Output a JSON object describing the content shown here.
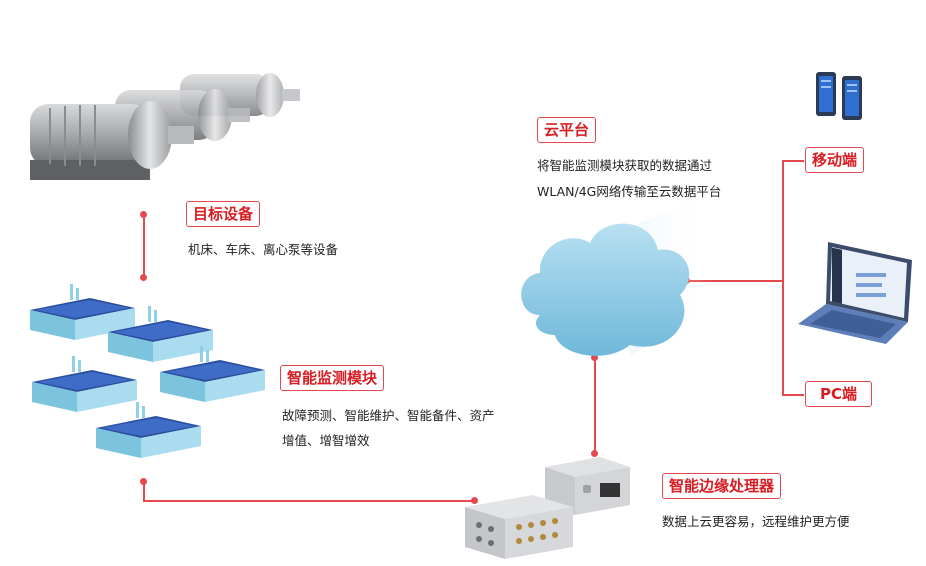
{
  "target_device": {
    "label": "目标设备",
    "description": "机床、车床、离心泵等设备"
  },
  "monitor_module": {
    "label": "智能监测模块",
    "description_line1": "故障预测、智能维护、智能备件、资产",
    "description_line2": "增值、增智增效"
  },
  "cloud_platform": {
    "label": "云平台",
    "description_line1": "将智能监测模块获取的数据通过",
    "description_line2": "WLAN/4G网络传输至云数据平台"
  },
  "mobile": {
    "label": "移动端"
  },
  "pc": {
    "label": "PC端"
  },
  "edge_processor": {
    "label": "智能边缘处理器",
    "description": "数据上云更容易，远程维护更方便"
  },
  "colors": {
    "accent": "#e5484d",
    "cloud": "#8fcbe6"
  }
}
